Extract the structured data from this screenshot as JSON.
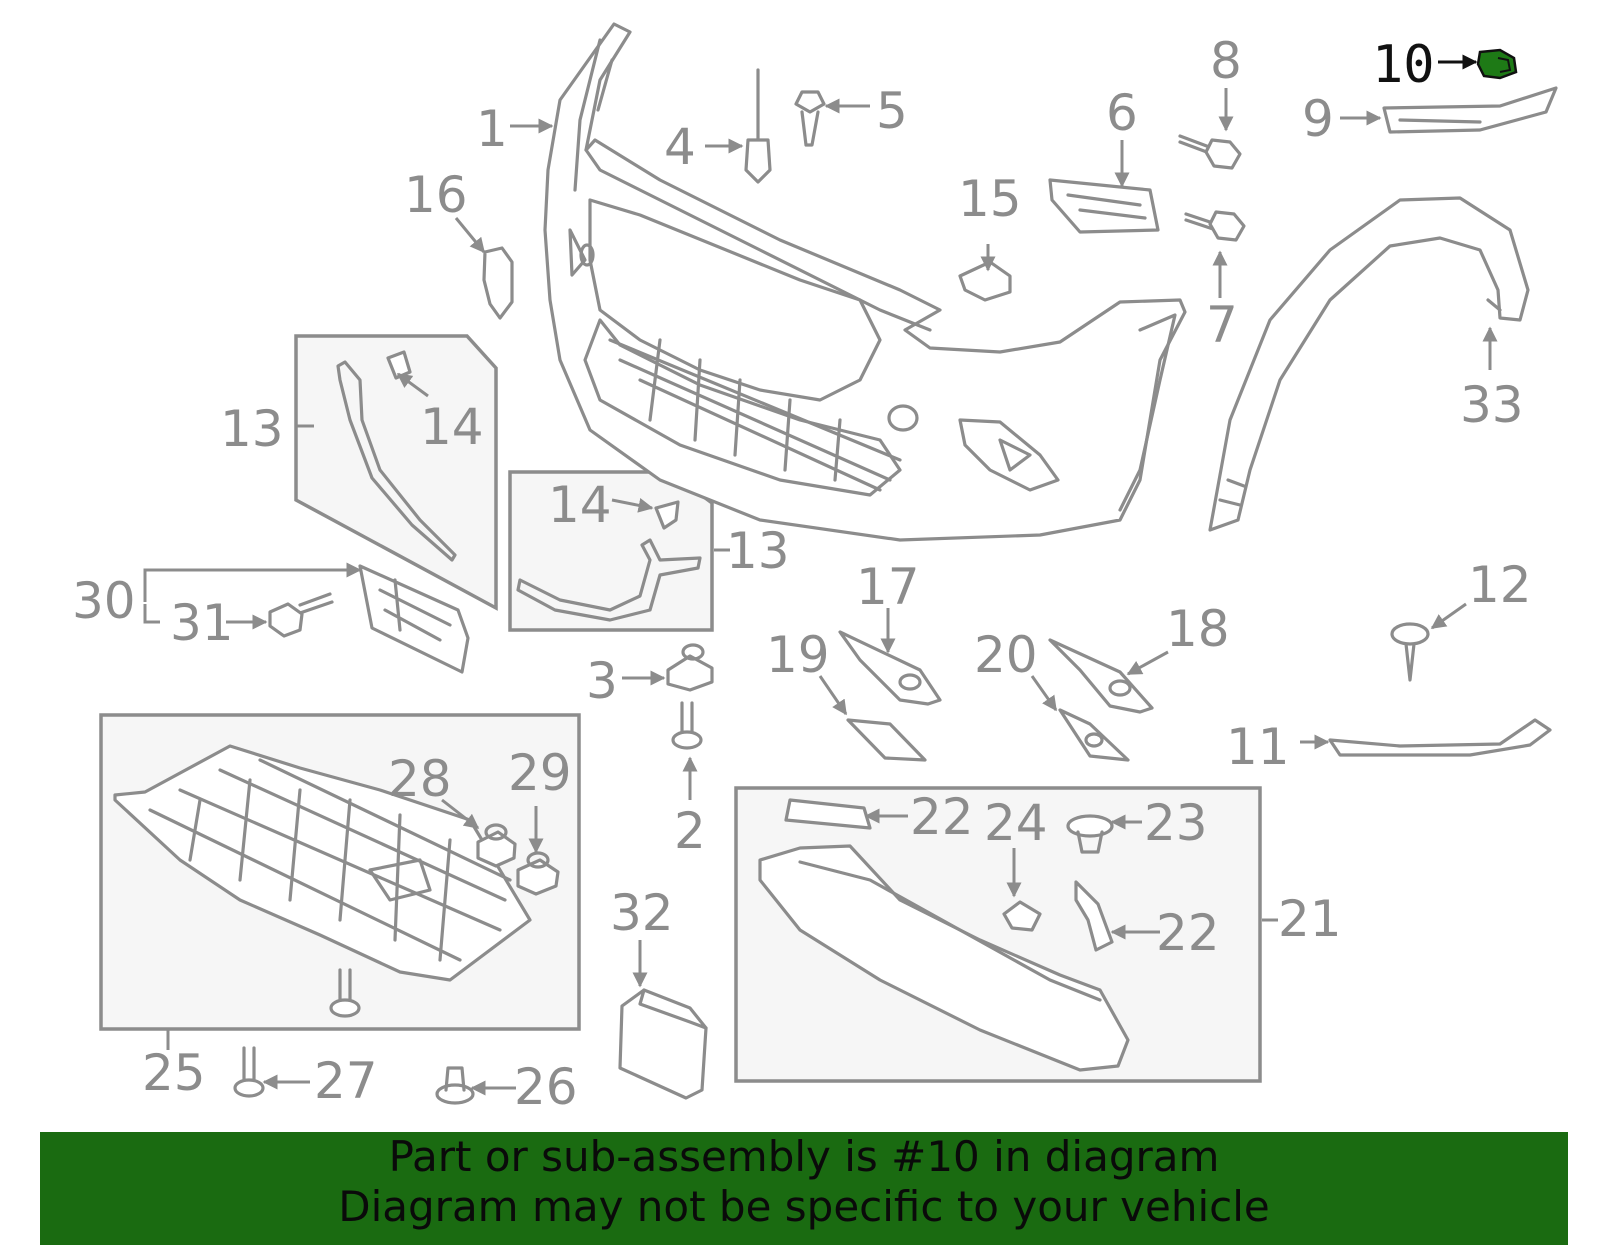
{
  "callouts": {
    "c1": "1",
    "c2": "2",
    "c3": "3",
    "c4": "4",
    "c5": "5",
    "c6": "6",
    "c7": "7",
    "c8": "8",
    "c9": "9",
    "c10": "10",
    "c11": "11",
    "c12": "12",
    "c13a": "13",
    "c13b": "13",
    "c14a": "14",
    "c14b": "14",
    "c15": "15",
    "c16": "16",
    "c17": "17",
    "c18": "18",
    "c19": "19",
    "c20": "20",
    "c21": "21",
    "c22a": "22",
    "c22b": "22",
    "c23": "23",
    "c24": "24",
    "c25": "25",
    "c26": "26",
    "c27": "27",
    "c28": "28",
    "c29": "29",
    "c30": "30",
    "c31": "31",
    "c32": "32",
    "c33": "33"
  },
  "highlight": {
    "part_number": "10",
    "color": "#1a6b11"
  },
  "colors": {
    "line": "#8c8c8c",
    "box_fill": "#f6f6f6",
    "banner_bg": "#1a6b11"
  },
  "banner": {
    "line1": "Part or sub-assembly is #10 in diagram",
    "line2": "Diagram may not be specific to your vehicle"
  }
}
